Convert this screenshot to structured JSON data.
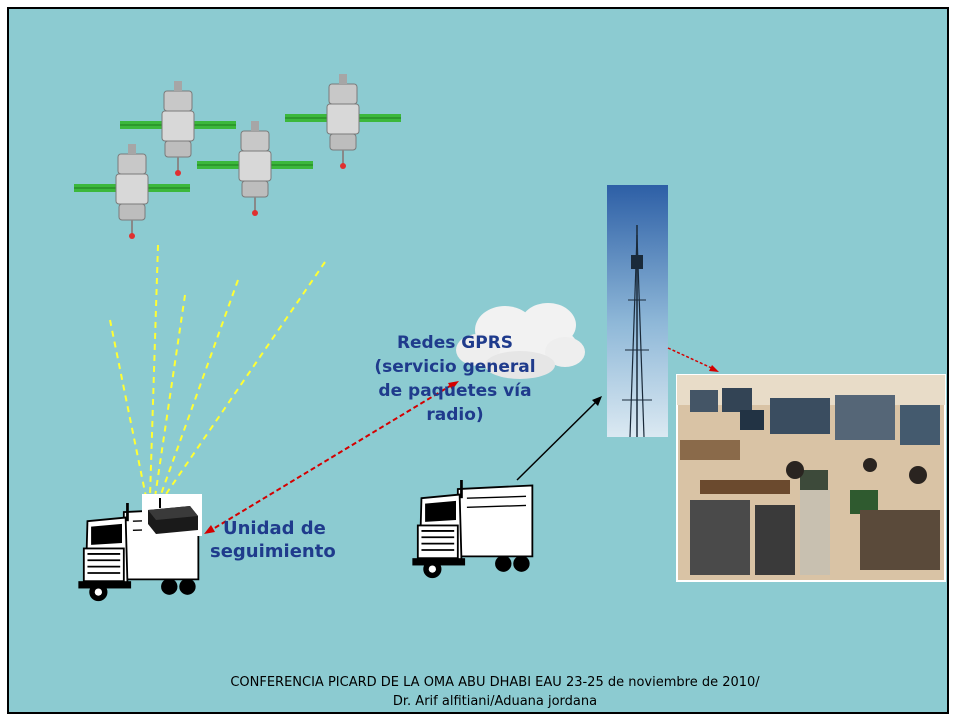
{
  "diagram": {
    "gprs_label": [
      "Redes GPRS",
      "(servicio general",
      "de paquetes vía",
      "radio)"
    ],
    "tracking_unit_label": [
      "Unidad de",
      "seguimiento"
    ]
  },
  "footer": {
    "line1": "CONFERENCIA PICARD DE LA OMA  ABU DHABI EAU 23-25 de noviembre de 2010/",
    "line2": "Dr. Arif alfitiani/Aduana jordana"
  },
  "colors": {
    "background": "#8ccbd1",
    "label_text": "#1f3b8c",
    "signal_lines": "#ffff33",
    "data_link": "#d40000"
  }
}
